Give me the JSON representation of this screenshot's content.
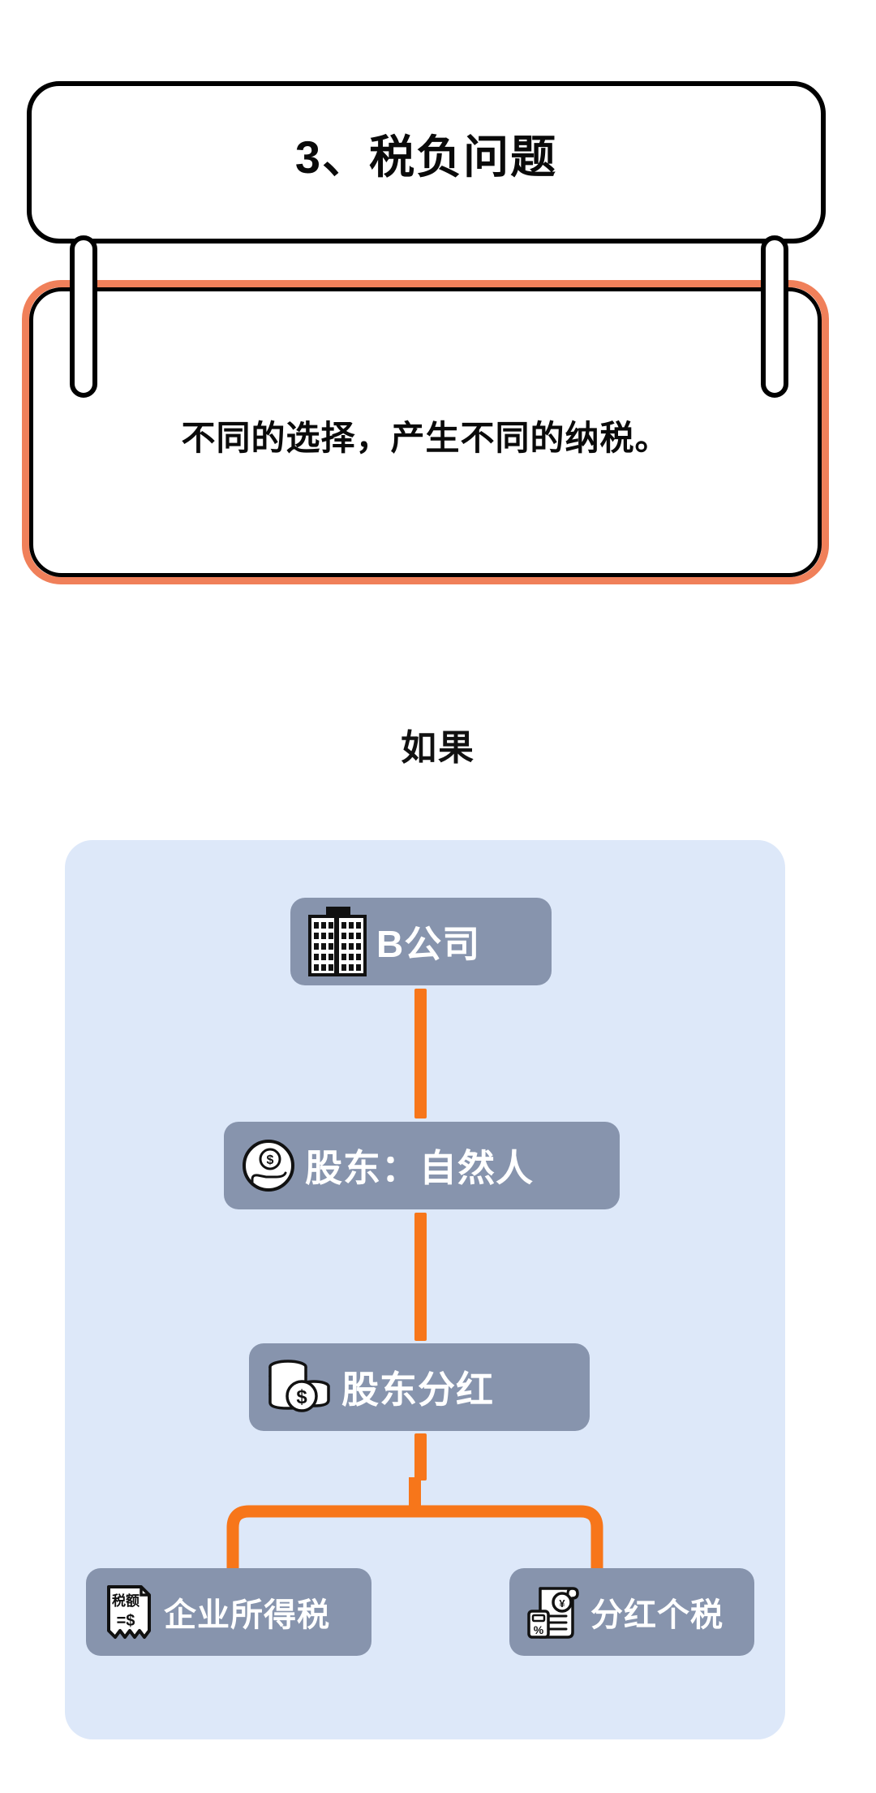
{
  "notebook": {
    "title": "3、税负问题",
    "body": "不同的选择，产生不同的纳税。",
    "title_border_color": "#000000",
    "body_border_color": "#f0805a",
    "ring_icon_left": "binder-ring-icon",
    "ring_icon_right": "binder-ring-icon"
  },
  "caption": {
    "text": "如果"
  },
  "flow": {
    "panel_color": "#dde8f9",
    "node_color": "#8794ad",
    "connector_color": "#f7761a",
    "nodes": [
      {
        "id": "company",
        "label": "B公司",
        "icon": "office-building-icon"
      },
      {
        "id": "shareholder",
        "label": "股东：自然人",
        "icon": "hand-holding-coin-icon"
      },
      {
        "id": "dividend",
        "label": "股东分红",
        "icon": "coin-stack-icon"
      },
      {
        "id": "corp_tax",
        "label": "企业所得税",
        "icon": "tax-receipt-icon"
      },
      {
        "id": "div_tax",
        "label": "分红个税",
        "icon": "tax-document-icon"
      }
    ],
    "receipt_icon_text": {
      "top": "税额",
      "bottom": "=$"
    }
  }
}
